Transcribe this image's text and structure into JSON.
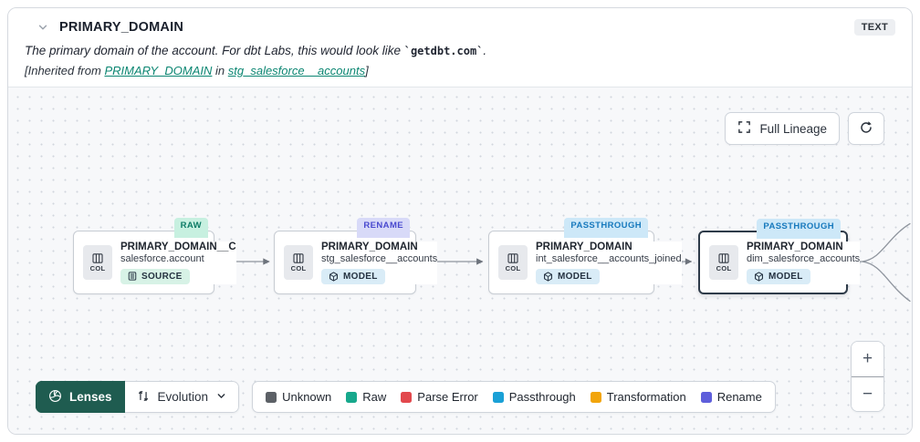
{
  "panel": {
    "title": "PRIMARY_DOMAIN",
    "type_badge": "TEXT",
    "description": {
      "prefix": "The primary domain of the account. For dbt Labs, this would look like ",
      "code": "`getdbt.com`",
      "suffix": "."
    },
    "inherited": {
      "prefix": "[Inherited from ",
      "column_link": "PRIMARY_DOMAIN",
      "middle": " in ",
      "model_link": "stg_salesforce__accounts",
      "suffix": "]"
    }
  },
  "toolbar": {
    "full_lineage_label": "Full Lineage"
  },
  "canvas": {
    "nodes": [
      {
        "evolution_badge": "RAW",
        "col_label": "COL",
        "title": "PRIMARY_DOMAIN__C",
        "subtitle": "salesforce.account",
        "resource_type": "SOURCE",
        "selected": false
      },
      {
        "evolution_badge": "RENAME",
        "col_label": "COL",
        "title": "PRIMARY_DOMAIN",
        "subtitle": "stg_salesforce__accounts",
        "resource_type": "MODEL",
        "selected": false
      },
      {
        "evolution_badge": "PASSTHROUGH",
        "col_label": "COL",
        "title": "PRIMARY_DOMAIN",
        "subtitle": "int_salesforce__accounts_joined",
        "resource_type": "MODEL",
        "selected": false
      },
      {
        "evolution_badge": "PASSTHROUGH",
        "col_label": "COL",
        "title": "PRIMARY_DOMAIN",
        "subtitle": "dim_salesforce_accounts",
        "resource_type": "MODEL",
        "selected": true
      }
    ],
    "zoom_in_label": "+",
    "zoom_out_label": "−"
  },
  "lenses": {
    "button_label": "Lenses",
    "selected_lens": "Evolution"
  },
  "legend": {
    "items": [
      {
        "label": "Unknown",
        "color": "#5c6066"
      },
      {
        "label": "Raw",
        "color": "#17a88c"
      },
      {
        "label": "Parse Error",
        "color": "#e2484d"
      },
      {
        "label": "Passthrough",
        "color": "#1aa0d6"
      },
      {
        "label": "Transformation",
        "color": "#f2a50c"
      },
      {
        "label": "Rename",
        "color": "#5e5edb"
      }
    ]
  },
  "colors": {
    "lenses_button_bg": "#1f5c50",
    "link": "#0c8672",
    "badge_raw_bg": "#c7f0e0",
    "badge_rename_bg": "#d8daf8",
    "badge_passthrough_bg": "#cde8f8",
    "source_pill_bg": "#d7f2e6",
    "model_pill_bg": "#d9ecf7",
    "canvas_bg": "#f7f8fa"
  }
}
